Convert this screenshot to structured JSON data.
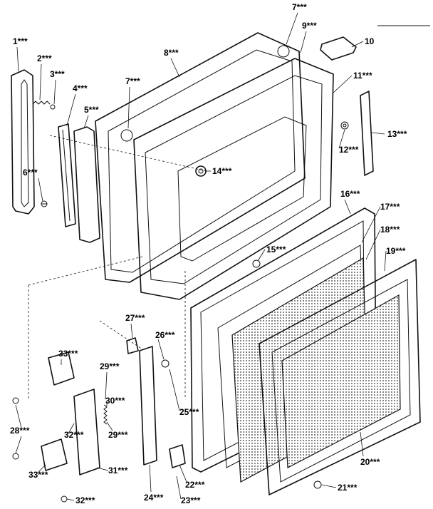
{
  "parts": [
    {
      "key": "p1",
      "label": "1***"
    },
    {
      "key": "p2",
      "label": "2***"
    },
    {
      "key": "p3",
      "label": "3***"
    },
    {
      "key": "p4",
      "label": "4***"
    },
    {
      "key": "p5",
      "label": "5***"
    },
    {
      "key": "p6",
      "label": "6***"
    },
    {
      "key": "p7a",
      "label": "7***"
    },
    {
      "key": "p7b",
      "label": "7***"
    },
    {
      "key": "p8",
      "label": "8***"
    },
    {
      "key": "p9",
      "label": "9***"
    },
    {
      "key": "p10",
      "label": "10"
    },
    {
      "key": "p11",
      "label": "11***"
    },
    {
      "key": "p12",
      "label": "12***"
    },
    {
      "key": "p13",
      "label": "13***"
    },
    {
      "key": "p14",
      "label": "14***"
    },
    {
      "key": "p15",
      "label": "15***"
    },
    {
      "key": "p16",
      "label": "16***"
    },
    {
      "key": "p17",
      "label": "17***"
    },
    {
      "key": "p18",
      "label": "18***"
    },
    {
      "key": "p19",
      "label": "19***"
    },
    {
      "key": "p20",
      "label": "20***"
    },
    {
      "key": "p21",
      "label": "21***"
    },
    {
      "key": "p22",
      "label": "22***"
    },
    {
      "key": "p23",
      "label": "23***"
    },
    {
      "key": "p24",
      "label": "24***"
    },
    {
      "key": "p25",
      "label": "25***"
    },
    {
      "key": "p26",
      "label": "26***"
    },
    {
      "key": "p27",
      "label": "27***"
    },
    {
      "key": "p28",
      "label": "28***"
    },
    {
      "key": "p29a",
      "label": "29***"
    },
    {
      "key": "p29b",
      "label": "29***"
    },
    {
      "key": "p30",
      "label": "30***"
    },
    {
      "key": "p31",
      "label": "31***"
    },
    {
      "key": "p32a",
      "label": "32***"
    },
    {
      "key": "p32b",
      "label": "32***"
    },
    {
      "key": "p33a",
      "label": "33***"
    },
    {
      "key": "p33b",
      "label": "33***"
    }
  ]
}
